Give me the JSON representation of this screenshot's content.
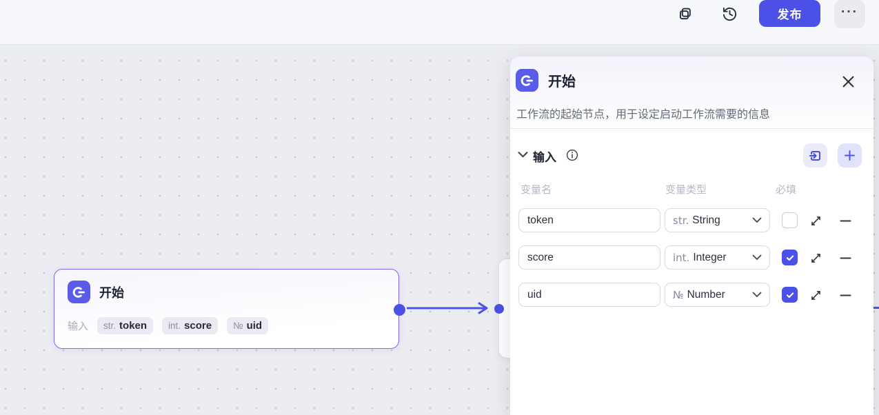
{
  "colors": {
    "accent": "#4b51e6",
    "node_icon_bg": "#585ce8",
    "node_border": "#7c6bf1",
    "canvas_bg": "#ecedf2",
    "checkbox_checked": "#4b51e6"
  },
  "topbar": {
    "publish_label": "发布",
    "more_label": "···"
  },
  "canvas": {
    "start_node": {
      "title": "开始",
      "input_label": "输入",
      "badges": [
        {
          "prefix": "str.",
          "name": "token"
        },
        {
          "prefix": "int.",
          "name": "score"
        },
        {
          "prefix": "№",
          "name": "uid"
        }
      ]
    }
  },
  "panel": {
    "title": "开始",
    "description": "工作流的起始节点，用于设定启动工作流需要的信息",
    "section_label": "输入",
    "columns": {
      "name": "变量名",
      "type": "变量类型",
      "required": "必填"
    },
    "rows": [
      {
        "name": "token",
        "type_prefix": "str.",
        "type": "String",
        "required": false
      },
      {
        "name": "score",
        "type_prefix": "int.",
        "type": "Integer",
        "required": true
      },
      {
        "name": "uid",
        "type_prefix": "№",
        "type": "Number",
        "required": true
      }
    ]
  }
}
